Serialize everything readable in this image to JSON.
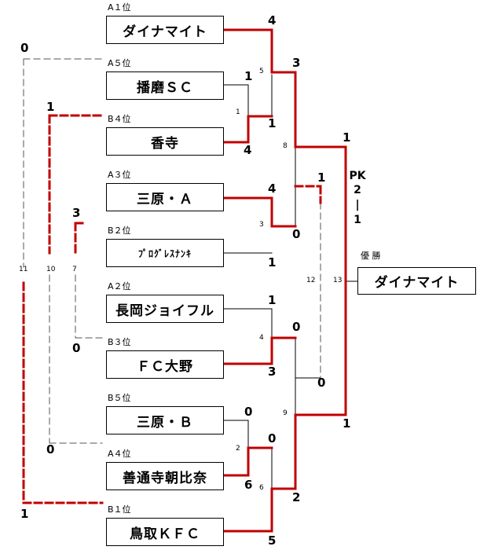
{
  "teams": [
    {
      "rank": "A１位",
      "name": "ダイナマイト"
    },
    {
      "rank": "A５位",
      "name": "播磨ＳＣ"
    },
    {
      "rank": "B４位",
      "name": "香寺"
    },
    {
      "rank": "A３位",
      "name": "三原・Ａ"
    },
    {
      "rank": "B２位",
      "name": "ﾌﾟﾛｸﾞﾚｽﾅﾝｷ"
    },
    {
      "rank": "A２位",
      "name": "長岡ジョイフル"
    },
    {
      "rank": "B３位",
      "name": "ＦＣ大野"
    },
    {
      "rank": "B５位",
      "name": "三原・Ｂ"
    },
    {
      "rank": "A４位",
      "name": "善通寺朝比奈"
    },
    {
      "rank": "B１位",
      "name": "鳥取ＫＦＣ"
    }
  ],
  "match_numbers": [
    "5",
    "1",
    "8",
    "3",
    "4",
    "9",
    "2",
    "6",
    "12",
    "13",
    "11",
    "10",
    "7"
  ],
  "scores": {
    "m5_top": "4",
    "m1_top": "1",
    "m1_bottom": "1",
    "m5_bottom": "4",
    "m8_top": "3",
    "m3_top": "4",
    "m3_bottom": "0",
    "m3_lower": "1",
    "m4_top": "1",
    "m4_mid": "0",
    "m4_bottom": "3",
    "m2_top": "0",
    "m6_top": "0",
    "m2_bottom": "6",
    "m9_bottom": "2",
    "m6_bottom": "5",
    "final_top": "1",
    "final_bottom": "1",
    "m12_top": "1",
    "m12_bottom": "0",
    "m11_top": "0",
    "m11_bottom": "1",
    "m10_top": "1",
    "m10_bottom": "0",
    "m7_top": "3",
    "m7_bottom": "0"
  },
  "pk": {
    "label": "PK",
    "home": "2",
    "sep": "|",
    "away": "1"
  },
  "champion": {
    "title": "優 勝",
    "name": "ダイナマイト"
  },
  "colors": {
    "winner_line": "#c00000",
    "line": "#000000"
  }
}
